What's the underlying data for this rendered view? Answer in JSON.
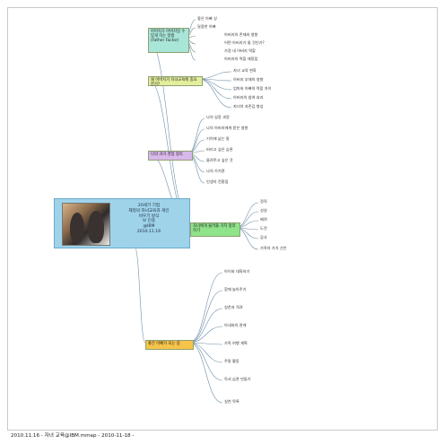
{
  "center": {
    "lines": [
      "20세기 기업",
      "재정의 자녀교육과 개인",
      "비우기 방식",
      "보 인용",
      "@IBM",
      "2010.11.16"
    ]
  },
  "branches": {
    "top": "아버지가 아버지일 수 있게 하는 방법 (Father Factor)",
    "second": "왜 아버지가 자녀교육에 중요한가?",
    "third": "나의 과거 경험 정리",
    "right": "자녀에게 물려줄 가치 정리하기",
    "bottom": "좋은 아빠가 되는 길"
  },
  "leaves": {
    "a1": "좋은 아빠 상",
    "a2": "달콤한 아빠",
    "a3": "아버지의 존재와 영향",
    "a4": "어떤 아버지가 될 것인가?",
    "a5": "가정 내 아버지 역할",
    "a6": "아버지의 역할 재정립",
    "b1": "자녀 교육 변화",
    "b2": "아버지 부재의 영향",
    "b3": "엄마와 아빠의 역할 차이",
    "b4": "아버지의 참여 효과",
    "b5": "자녀의 자존감 형성",
    "c1": "나의 성장 과정",
    "c2": "나의 아버지에게 받은 영향",
    "c3": "기억에 남는 말",
    "c4": "버리고 싶은 습관",
    "c5": "물려주고 싶은 것",
    "c6": "나의 가치관",
    "c7": "인생의 전환점",
    "d1": "정직",
    "d2": "성실",
    "d3": "배려",
    "d4": "도전",
    "d5": "감사",
    "d6": "가족의 가치 선언",
    "e1": "아이와 대화하기",
    "e2": "함께 놀아주기",
    "e3": "칭찬과 격려",
    "e4": "아내와의 관계",
    "e5": "가족 여행 계획",
    "e6": "주말 활동",
    "e7": "독서 습관 만들기",
    "e8": "실천 목록"
  },
  "footer": {
    "text": "2010.11.16 - 자녀 교육@IBM.mmap - 2010-11-18 -"
  },
  "colors": {
    "top_fill": "#a8e6d8",
    "second_fill": "#e3ef9c",
    "third_fill": "#d9b8ec",
    "right_fill": "#8fe38a",
    "bottom_fill": "#f6c44a",
    "link": "#6e8fa8"
  }
}
